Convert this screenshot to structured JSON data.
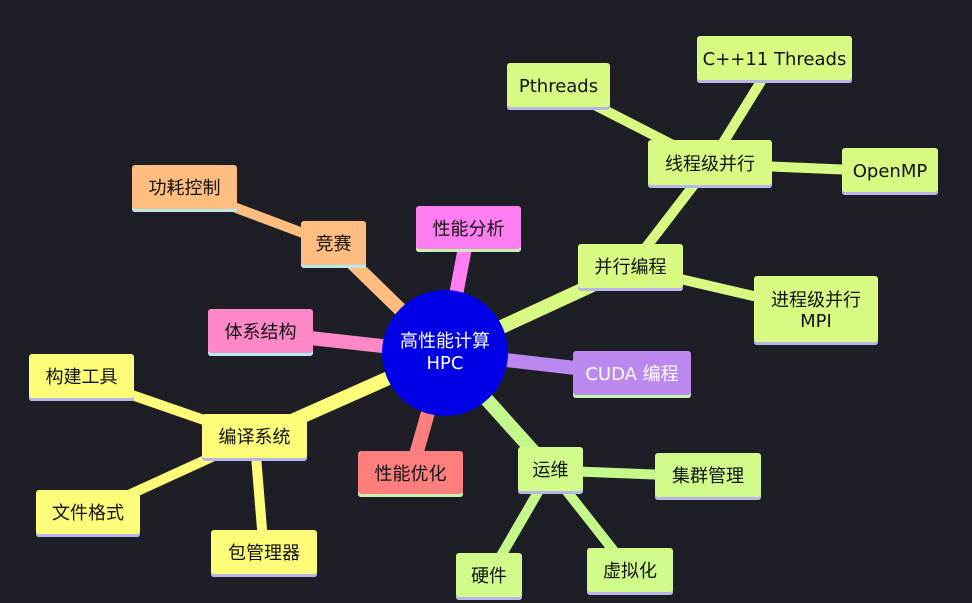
{
  "root": {
    "line1": "高性能计算",
    "line2": "HPC",
    "color": "#0000e6"
  },
  "nodes": {
    "parallel": {
      "label": "并行编程",
      "color": "#d8fa83",
      "underline": "#b8b6e8"
    },
    "thread_level": {
      "label": "线程级并行",
      "color": "#d8fa83",
      "underline": "#b8b6e8"
    },
    "pthreads": {
      "label": "Pthreads",
      "color": "#d8fa83",
      "underline": "#b8b6e8"
    },
    "cpp11": {
      "label": "C++11 Threads",
      "color": "#d8fa83",
      "underline": "#b8b6e8"
    },
    "openmp": {
      "label": "OpenMP",
      "color": "#d8fa83",
      "underline": "#b8b6e8"
    },
    "process_level": {
      "label": "进程级并行\nMPI",
      "color": "#d8fa83",
      "underline": "#b8b6e8"
    },
    "cuda": {
      "label": "CUDA 编程",
      "color": "#bb88f0",
      "underline": "#c8f0b0"
    },
    "ops": {
      "label": "运维",
      "color": "#d0fa8a",
      "underline": "#b8b6e8"
    },
    "cluster": {
      "label": "集群管理",
      "color": "#d0fa8a",
      "underline": "#b8b6e8"
    },
    "virtualization": {
      "label": "虚拟化",
      "color": "#d0fa8a",
      "underline": "#b8b6e8"
    },
    "hardware": {
      "label": "硬件",
      "color": "#d0fa8a",
      "underline": "#b8b6e8"
    },
    "perf_opt": {
      "label": "性能优化",
      "color": "#ff7f7f",
      "underline": "#c8f0b0"
    },
    "compile": {
      "label": "编译系统",
      "color": "#fdfd7a",
      "underline": "#b8b6e8"
    },
    "build_tools": {
      "label": "构建工具",
      "color": "#fdfd7a",
      "underline": "#b8b6e8"
    },
    "file_format": {
      "label": "文件格式",
      "color": "#fdfd7a",
      "underline": "#b8b6e8"
    },
    "pkg_mgr": {
      "label": "包管理器",
      "color": "#fdfd7a",
      "underline": "#b8b6e8"
    },
    "arch": {
      "label": "体系结构",
      "color": "#ff88c8",
      "underline": "#b8e8f0"
    },
    "contest": {
      "label": "竞赛",
      "color": "#ffbe7f",
      "underline": "#b8e8f0"
    },
    "power": {
      "label": "功耗控制",
      "color": "#ffbe7f",
      "underline": "#b8e8f0"
    },
    "perf_analysis": {
      "label": "性能分析",
      "color": "#ff7ff2",
      "underline": "#c8f0b0"
    }
  },
  "edges": [
    {
      "from": "root",
      "to": "parallel",
      "color": "#d8fa83"
    },
    {
      "from": "parallel",
      "to": "thread_level",
      "color": "#d8fa83"
    },
    {
      "from": "thread_level",
      "to": "pthreads",
      "color": "#d8fa83"
    },
    {
      "from": "thread_level",
      "to": "cpp11",
      "color": "#d8fa83"
    },
    {
      "from": "thread_level",
      "to": "openmp",
      "color": "#d8fa83"
    },
    {
      "from": "parallel",
      "to": "process_level",
      "color": "#d8fa83"
    },
    {
      "from": "root",
      "to": "cuda",
      "color": "#bb88f0"
    },
    {
      "from": "root",
      "to": "ops",
      "color": "#c4f88a"
    },
    {
      "from": "ops",
      "to": "cluster",
      "color": "#c4f88a"
    },
    {
      "from": "ops",
      "to": "virtualization",
      "color": "#c4f88a"
    },
    {
      "from": "ops",
      "to": "hardware",
      "color": "#c4f88a"
    },
    {
      "from": "root",
      "to": "perf_opt",
      "color": "#ff7f7f"
    },
    {
      "from": "root",
      "to": "compile",
      "color": "#fdfd7a"
    },
    {
      "from": "compile",
      "to": "build_tools",
      "color": "#fdfd7a"
    },
    {
      "from": "compile",
      "to": "file_format",
      "color": "#fdfd7a"
    },
    {
      "from": "compile",
      "to": "pkg_mgr",
      "color": "#fdfd7a"
    },
    {
      "from": "root",
      "to": "arch",
      "color": "#ff88c8"
    },
    {
      "from": "root",
      "to": "contest",
      "color": "#ffbe7f"
    },
    {
      "from": "contest",
      "to": "power",
      "color": "#ffbe7f"
    },
    {
      "from": "root",
      "to": "perf_analysis",
      "color": "#ff7ff2"
    }
  ]
}
